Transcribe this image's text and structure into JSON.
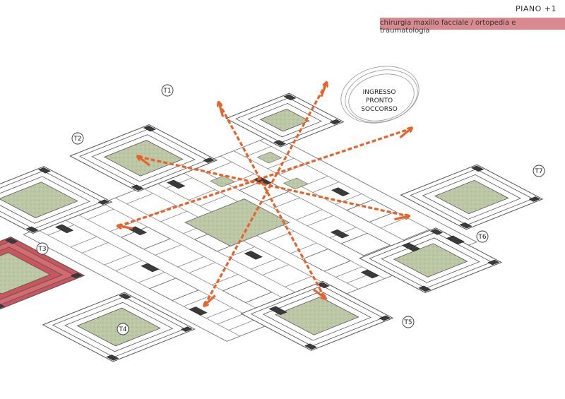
{
  "header": {
    "floor": "PIANO +1",
    "department": "chirurgia maxillo facciale / ortopedia e traumatologia"
  },
  "towers": [
    {
      "id": "T1",
      "label": "T1"
    },
    {
      "id": "T2",
      "label": "T2"
    },
    {
      "id": "T3",
      "label": "T3",
      "highlighted": true
    },
    {
      "id": "T4",
      "label": "T4"
    },
    {
      "id": "T5",
      "label": "T5"
    },
    {
      "id": "T6",
      "label": "T6"
    },
    {
      "id": "T7",
      "label": "T7"
    }
  ],
  "entrance": {
    "line1": "INGRESSO",
    "line2": "PRONTO",
    "line3": "SOCCORSO"
  },
  "colors": {
    "highlight": "#c9555d",
    "header_band": "#d98a8f",
    "path": "#e8622a",
    "courtyard": "#b9c4a2",
    "core": "#3a3a3a",
    "line": "#555555"
  }
}
